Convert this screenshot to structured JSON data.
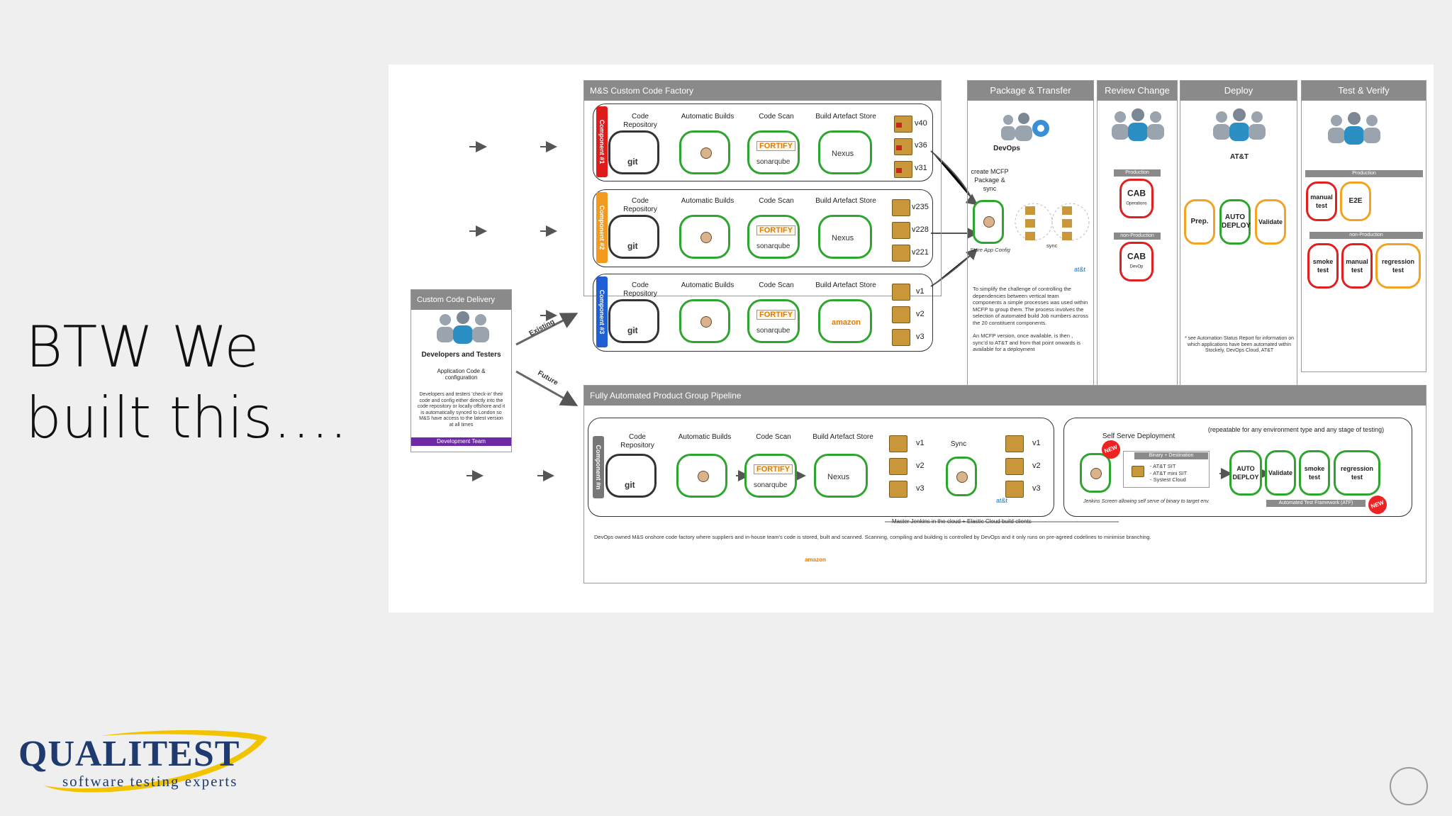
{
  "slide": {
    "title": "BTW We built this…."
  },
  "logo": {
    "name": "QUALITEST",
    "tagline": "software testing experts"
  },
  "diagram": {
    "factory_header": "M&S Custom Code Factory",
    "package_header": "Package & Transfer",
    "review_header": "Review Change",
    "deploy_header": "Deploy",
    "test_header": "Test & Verify",
    "pipeline_header": "Fully Automated Product Group Pipeline",
    "delivery": {
      "header": "Custom Code Delivery",
      "title": "Developers and Testers",
      "subtitle": "Application Code & configuration",
      "text": "Developers and testers 'check-in' their code and config either directly into the code repository or locally offshore and it is automatically synced to London so M&S have access to the latest version at all times",
      "footer": "Development Team"
    },
    "arrow_existing": "Existing",
    "arrow_future": "Future",
    "stage_labels": {
      "repo": "Code Repository",
      "builds": "Automatic Builds",
      "scan": "Code Scan",
      "store": "Build Artefact Store",
      "sync": "Sync"
    },
    "icons": {
      "git": "git",
      "fortify": "FORTIFY",
      "sonar": "sonarqube",
      "nexus": "Nexus",
      "amazon": "amazon"
    },
    "components": [
      {
        "tag": "Component #1",
        "color": "#e01b1b",
        "versions": [
          "v40",
          "v36",
          "v31"
        ]
      },
      {
        "tag": "Component #2",
        "color": "#f29a1f",
        "versions": [
          "v235",
          "v228",
          "v221"
        ]
      },
      {
        "tag": "Component #3",
        "color": "#1f5fd6",
        "versions": [
          "v1",
          "v2",
          "v3"
        ]
      }
    ],
    "package": {
      "devops": "DevOps",
      "create": "create MCFP Package & sync",
      "store": "Store App Config",
      "sync": "sync",
      "att": "at&t",
      "text1": "To simplify the challenge of controlling the dependencies between vertical team components a simple processes was used within MCFP to group them. The process involves the selection of automated build Job numbers across the 20 constituent components.",
      "text2": "An MCFP version, once available, is then , sync'd to AT&T and from that point onwards is available for a deployment"
    },
    "review": {
      "production": "Production",
      "non_production": "non-Production",
      "cab": "CAB",
      "operations": "Operations",
      "devops": "DevOp"
    },
    "deploy": {
      "att": "AT&T",
      "prep": "Prep.",
      "auto": "AUTO DEPLOY",
      "validate": "Validate",
      "note": "* see Automation Status Report for information on which applications have been automated within Stockely, DevOps Cloud, AT&T"
    },
    "test": {
      "production": "Production",
      "non_production": "non-Production",
      "manual": "manual test",
      "e2e": "E2E",
      "smoke": "smoke test",
      "regression": "regression test"
    },
    "future": {
      "tag": "Component #n",
      "versions": [
        "v1",
        "v2",
        "v3"
      ],
      "sync_versions": [
        "v1",
        "v2",
        "v3"
      ],
      "att": "at&t",
      "master": "Master Jenkins in the cloud + Elastic Cloud build clients",
      "self_serve": "Self Serve Deployment",
      "repeatable": "(repeatable for any environment type and any stage of testing)",
      "binary": "Binary + Destination",
      "destinations": [
        "- AT&T SIT",
        "- AT&T mini SIT",
        "- Systest Cloud"
      ],
      "jenkins_note": "Jenkins Screen allowing self serve of binary to target env.",
      "atf": "Automated Test Framework (ATF)",
      "new": "NEW",
      "auto": "AUTO DEPLOY",
      "validate": "Validate",
      "smoke": "smoke test",
      "regression": "regression test"
    },
    "footnote": "DevOps owned M&S onshore code factory where suppliers and in-house team's code is stored, built and scanned. Scanning, compiling and building is controlled by DevOps and it only runs on pre-agreed codelines to minimise branching."
  }
}
